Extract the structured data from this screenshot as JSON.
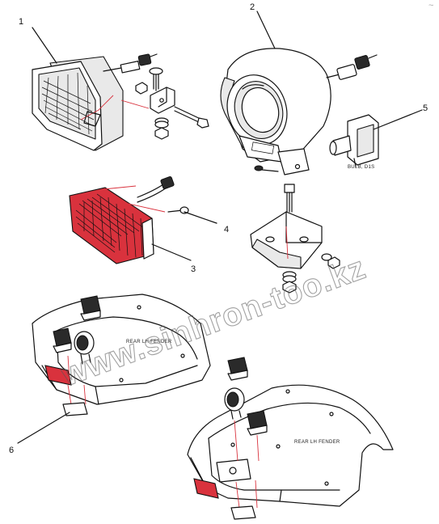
{
  "labels": {
    "callout_1": "1",
    "callout_2": "2",
    "callout_3": "3",
    "callout_4": "4",
    "callout_5": "5",
    "callout_6": "6"
  },
  "text": {
    "bulb_label": "BULB, D1S",
    "fender_left": "REAR LH FENDER",
    "fender_right": "REAR LH FENDER",
    "watermark": "www.sinhron-too.kz",
    "corner_mark": "~"
  },
  "colors": {
    "accent_red": "#d9323d",
    "line": "#111111"
  }
}
